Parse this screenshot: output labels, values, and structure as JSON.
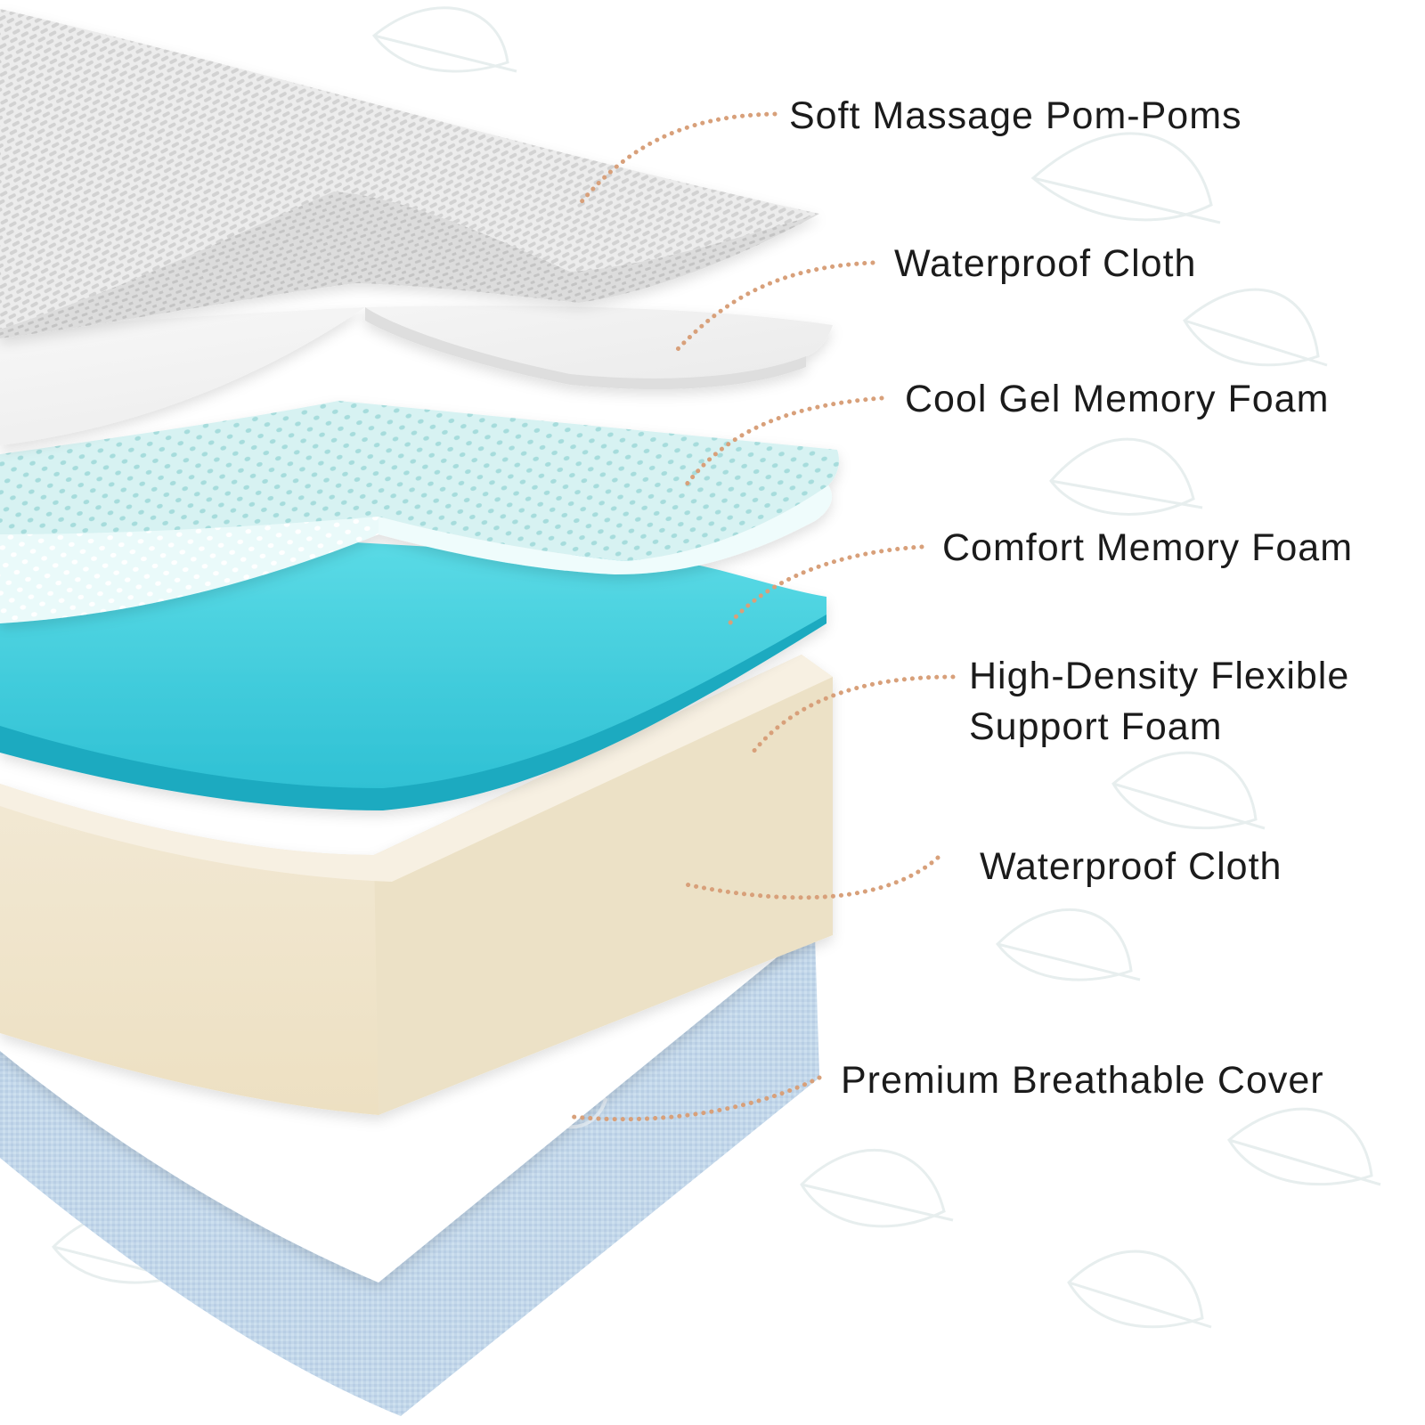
{
  "image": {
    "background_color": "#ffffff",
    "leader_line_color": "#d8a07a",
    "watermark_motif": "feather-icon"
  },
  "layers": [
    {
      "name": "Soft Massage Pom-Poms",
      "color": "#eceded"
    },
    {
      "name": "Waterproof Cloth",
      "color": "#f2f2f2"
    },
    {
      "name": "Cool Gel Memory Foam",
      "color": "#d9f3f3"
    },
    {
      "name": "Comfort Memory Foam",
      "color": "#27b8cf"
    },
    {
      "name": "High-Density Flexible Support Foam",
      "color": "#f3ead6"
    },
    {
      "name": "Waterproof Cloth",
      "color": "#ffffff"
    },
    {
      "name": "Premium Breathable Cover",
      "color": "#c3d7ea"
    }
  ],
  "labels": [
    {
      "lines": [
        "Soft Massage Pom-Poms"
      ]
    },
    {
      "lines": [
        "Waterproof Cloth"
      ]
    },
    {
      "lines": [
        "Cool Gel Memory Foam"
      ]
    },
    {
      "lines": [
        "Comfort Memory Foam"
      ]
    },
    {
      "lines": [
        "High-Density Flexible",
        "Support Foam"
      ]
    },
    {
      "lines": [
        "Waterproof Cloth"
      ]
    },
    {
      "lines": [
        "Premium Breathable Cover"
      ]
    }
  ]
}
